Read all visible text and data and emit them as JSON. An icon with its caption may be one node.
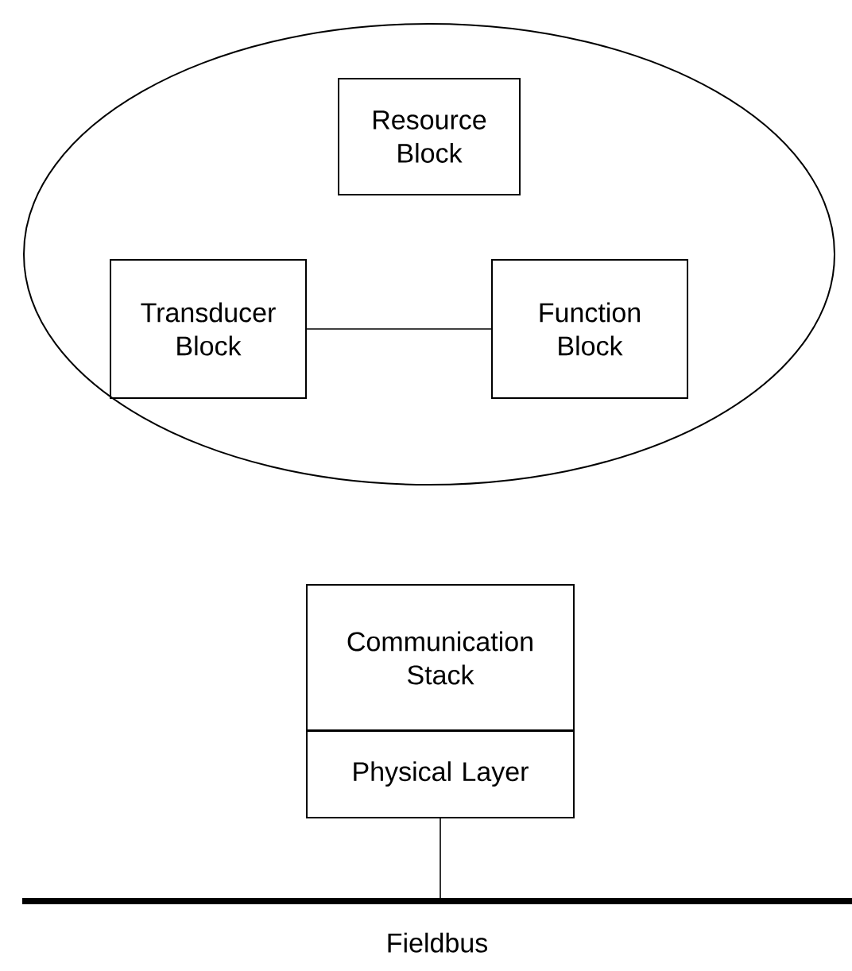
{
  "diagram": {
    "nodes": [
      {
        "text": [],
        "shape": "ellipse"
      },
      {
        "text": [
          "Resource Block"
        ],
        "in": 0
      },
      {
        "text": [
          "Transducer Block"
        ],
        "in": 0
      },
      {
        "text": [
          "Function Block"
        ],
        "in": 0
      },
      {
        "text": [
          "Communication Stack"
        ]
      },
      {
        "text": [
          "Physical Layer"
        ]
      },
      {
        "text": [
          "Fieldbus"
        ]
      }
    ],
    "edges": [
      {
        "from": 2,
        "to": 3,
        "arrow": "none"
      },
      {
        "from": 5,
        "to": 6,
        "arrow": "none"
      }
    ]
  }
}
